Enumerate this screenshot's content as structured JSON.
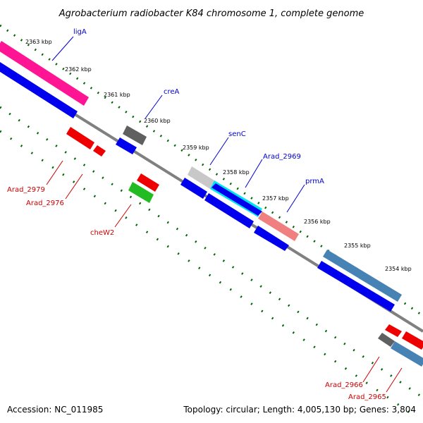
{
  "title": "Agrobacterium radiobacter K84 chromosome 1, complete genome",
  "accession": "Accession: NC_011985",
  "summary": "Topology: circular; Length: 4,005,130 bp; Genes: 3,804",
  "ticks": [
    "2363 kbp",
    "2362 kbp",
    "2361 kbp",
    "2360 kbp",
    "2359 kbp",
    "2358 kbp",
    "2357 kbp",
    "2356 kbp",
    "2355 kbp",
    "2354 kbp"
  ],
  "gene_labels": {
    "ligA": "ligA",
    "creA": "creA",
    "senC": "senC",
    "arad2969": "Arad_2969",
    "prmA": "prmA",
    "arad2979": "Arad_2979",
    "arad2976": "Arad_2976",
    "chew2": "cheW2",
    "arad2966": "Arad_2966",
    "arad2965": "Arad_2965"
  },
  "colors": {
    "cds_forward": "#0000ee",
    "cds_reverse": "#ee0000",
    "ligA": "#ff1493",
    "creA": "#606060",
    "senC": "#c8c8c8",
    "arad2969": "#00e5ee",
    "prmA": "#f08080",
    "blue_gene": "#4682b4",
    "cheW2": "#22bb22",
    "backbone": "#808080",
    "gc_marks": "#006400",
    "label_forward": "#0000cc",
    "label_reverse": "#cc0000"
  }
}
